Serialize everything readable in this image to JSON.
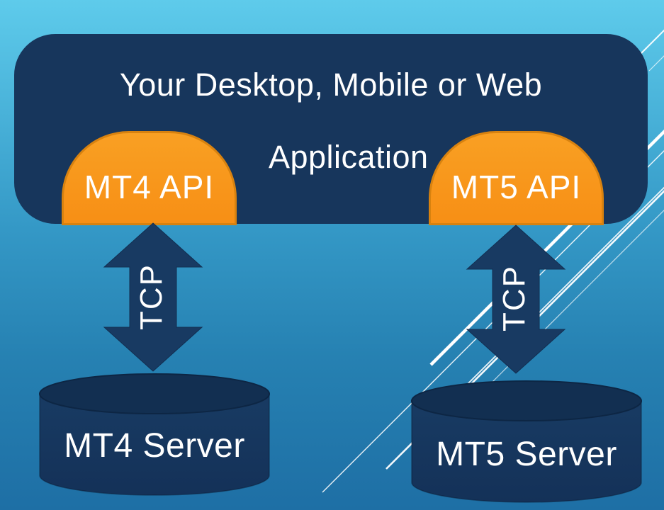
{
  "diagram": {
    "application_box": {
      "title_line1": "Your Desktop, Mobile or Web",
      "title_line2": "Application"
    },
    "api_nodes": [
      {
        "label": "MT4 API"
      },
      {
        "label": "MT5 API"
      }
    ],
    "connections": [
      {
        "protocol": "TCP",
        "from": "MT4 API",
        "to": "MT4 Server"
      },
      {
        "protocol": "TCP",
        "from": "MT5 API",
        "to": "MT5 Server"
      }
    ],
    "servers": [
      {
        "label": "MT4 Server"
      },
      {
        "label": "MT5 Server"
      }
    ]
  },
  "colors": {
    "background_top": "#5ecbeb",
    "background_bottom": "#1e6fa5",
    "panel_navy": "#17365c",
    "api_orange": "#f8971c",
    "api_orange_border": "#d8820f",
    "arrow_navy": "#183a62",
    "cylinder_navy": "#16375e",
    "cylinder_lid": "#122f51",
    "text_white": "#ffffff",
    "decor_line_white": "#ffffff"
  }
}
